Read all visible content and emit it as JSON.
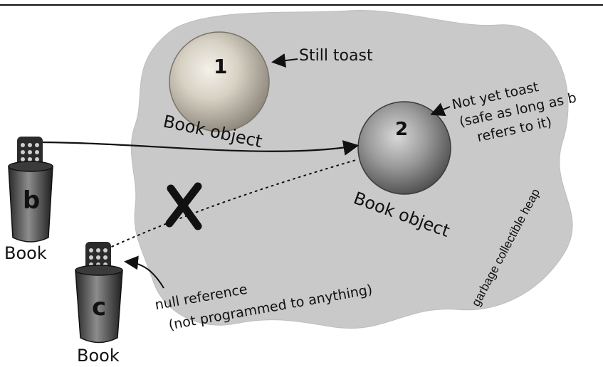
{
  "heap": {
    "label": "garbage collectible heap",
    "color": "#c9c9c9"
  },
  "objects": [
    {
      "number": "1",
      "caption": "Book object",
      "annotation": "Still toast"
    },
    {
      "number": "2",
      "caption": "Book object",
      "annotation_line1": "Not yet toast",
      "annotation_line2": "(safe as long as b",
      "annotation_line3": "refers to it)"
    }
  ],
  "references": [
    {
      "name": "b",
      "type_label": "Book",
      "state": "live",
      "icon": "remote-control-cup-icon"
    },
    {
      "name": "c",
      "type_label": "Book",
      "state": "null",
      "annotation_line1": "null reference",
      "annotation_line2": "(not programmed to anything)",
      "icon": "remote-control-cup-icon"
    }
  ],
  "marks": {
    "cross_icon": "x-mark-icon"
  }
}
